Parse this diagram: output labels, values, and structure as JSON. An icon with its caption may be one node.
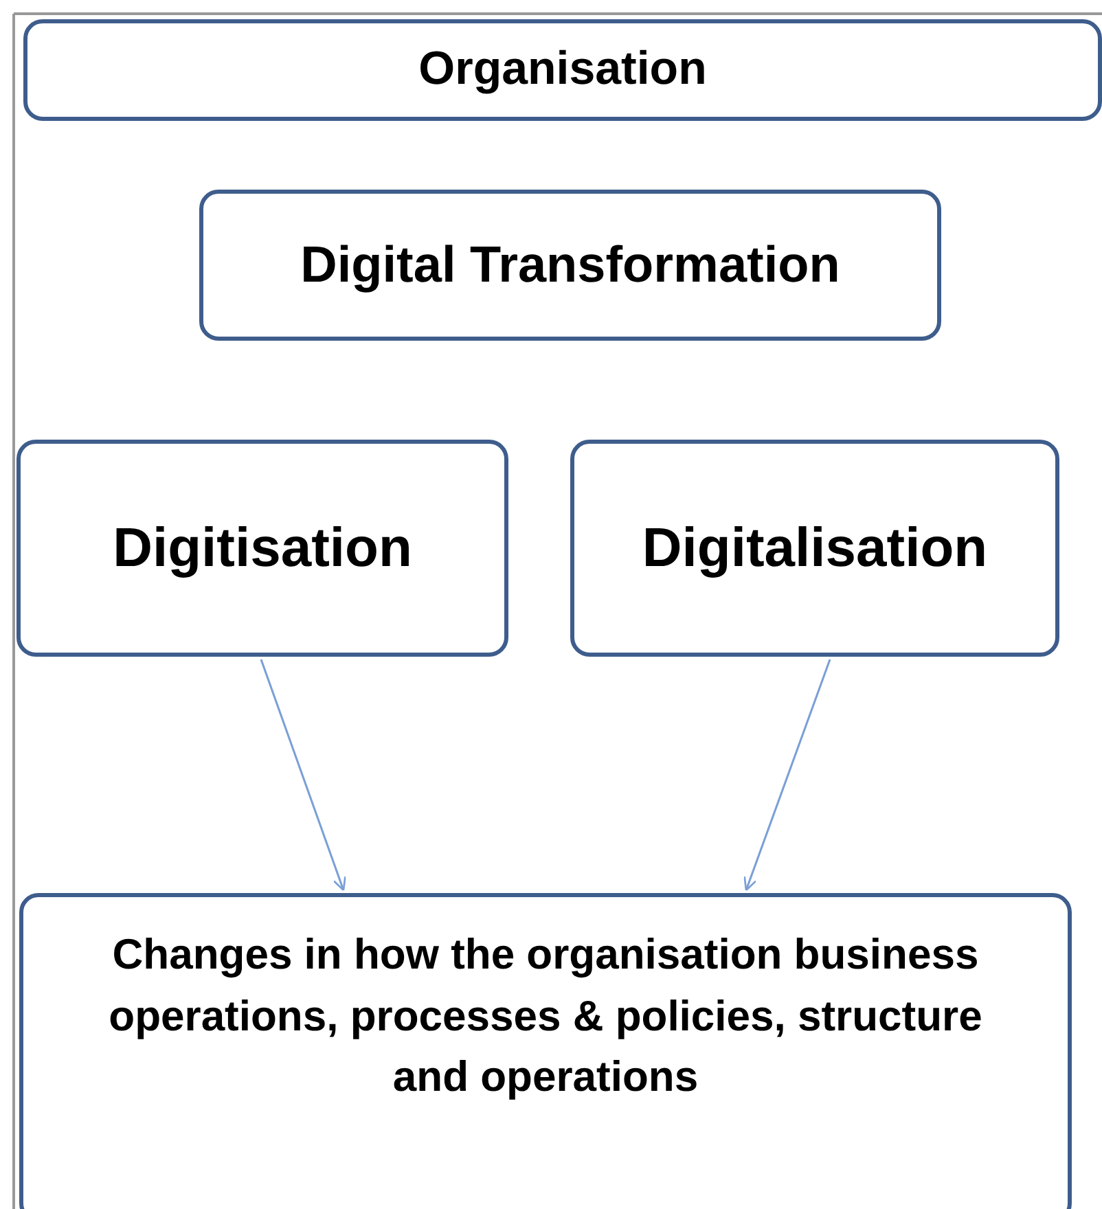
{
  "diagram": {
    "nodes": [
      {
        "text": [
          "Organisation"
        ]
      },
      {
        "text": [
          "Digital Transformation"
        ]
      },
      {
        "text": [
          "Digitisation"
        ]
      },
      {
        "text": [
          "Digitalisation"
        ]
      },
      {
        "text": [
          "Changes in how the organisation business operations, processes & policies, structure and operations"
        ]
      }
    ],
    "edges": [
      {
        "from": 2,
        "to": 4,
        "arrow": "to"
      },
      {
        "from": 3,
        "to": 4,
        "arrow": "to"
      }
    ]
  }
}
